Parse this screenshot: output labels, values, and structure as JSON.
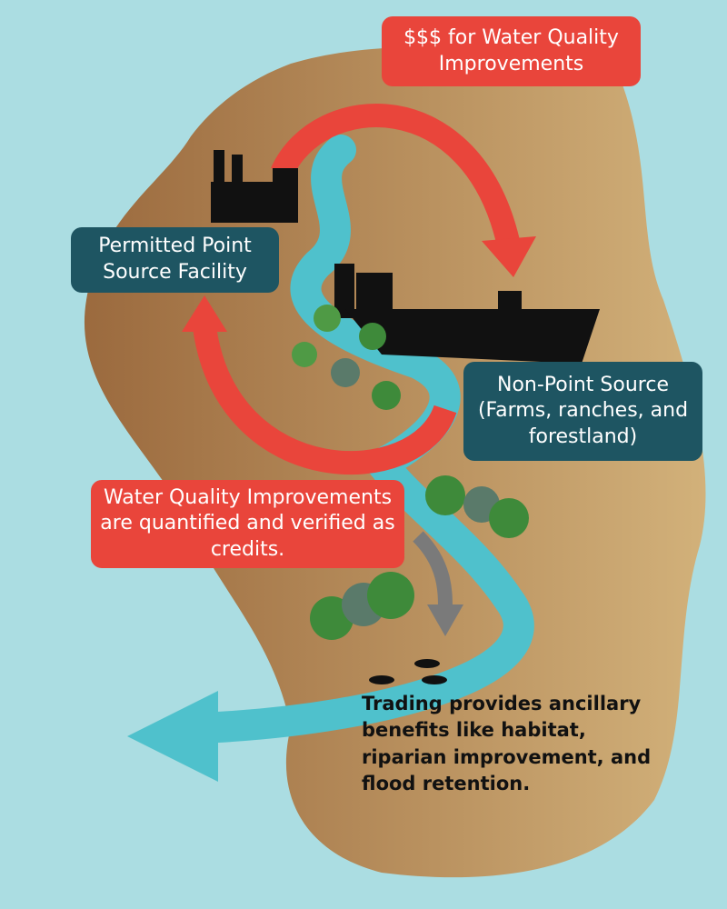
{
  "labels": {
    "funding": "$$$ for Water Quality Improvements",
    "point_source": "Permitted Point Source Facility",
    "non_point_source": "Non-Point Source (Farms, ranches, and forestland)",
    "credits": "Water Quality Improvements are quantified and verified as credits.",
    "benefits": "Trading provides ancillary benefits like habitat, riparian improvement, and flood retention."
  },
  "colors": {
    "background": "#abdde2",
    "land": "#b98f5c",
    "river": "#4fc1cc",
    "arrow": "#e9453b",
    "dark_box": "#1e5562"
  }
}
